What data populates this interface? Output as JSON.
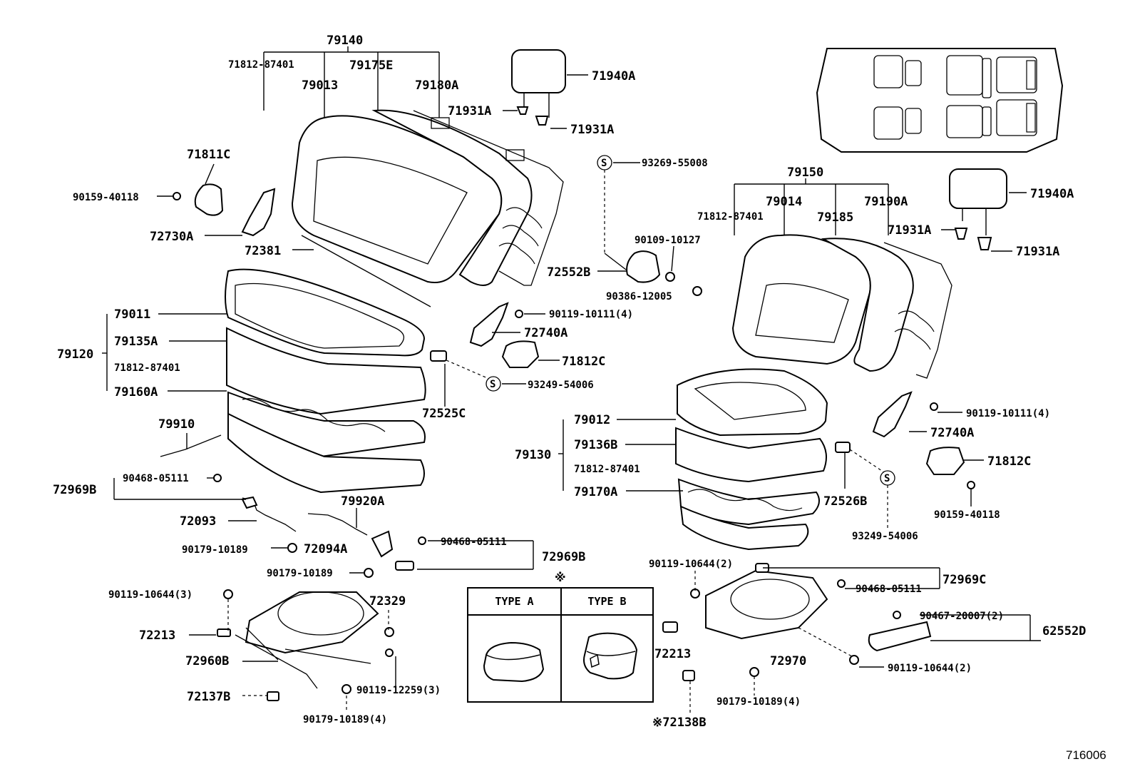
{
  "diagram_code": "716006",
  "type_table": {
    "marker": "※",
    "type_a": "TYPE A",
    "type_b": "TYPE B"
  },
  "labels": {
    "l79140": "79140",
    "l71812_87401_a": "71812-87401",
    "l79175e": "79175E",
    "l79013": "79013",
    "l79180a": "79180A",
    "l71940a_left": "71940A",
    "l71931a_1": "71931A",
    "l71931a_2": "71931A",
    "l71811c": "71811C",
    "l90159_40118_a": "90159-40118",
    "l72730a": "72730A",
    "l72381": "72381",
    "l79011": "79011",
    "l79135a": "79135A",
    "l79120": "79120",
    "l71812_87401_b": "71812-87401",
    "l79160a": "79160A",
    "l79910": "79910",
    "l90468_05111_a": "90468-05111",
    "l72969b_a": "72969B",
    "l72093": "72093",
    "l79920a": "79920A",
    "l90179_10189_a": "90179-10189",
    "l72094a": "72094A",
    "l90179_10189_b": "90179-10189",
    "l90468_05111_b": "90468-05111",
    "l72969b_b": "72969B",
    "l90119_10644_3": "90119-10644(3)",
    "l72329": "72329",
    "l72213_a": "72213",
    "l72960b": "72960B",
    "l72137b": "72137B",
    "l90119_12259_3": "90119-12259(3)",
    "l90179_10189_4a": "90179-10189(4)",
    "l93269_55008": "93269-55008",
    "l90109_10127": "90109-10127",
    "l72552b": "72552B",
    "l90386_12005": "90386-12005",
    "l90119_10111_4a": "90119-10111(4)",
    "l72740a_a": "72740A",
    "l71812c_a": "71812C",
    "l93249_54006_a": "93249-54006",
    "l72525c": "72525C",
    "l79150": "79150",
    "l71812_87401_c": "71812-87401",
    "l79014": "79014",
    "l79185": "79185",
    "l79190a": "79190A",
    "l71940a_right": "71940A",
    "l71931a_3": "71931A",
    "l71931a_4": "71931A",
    "l79012": "79012",
    "l79136b": "79136B",
    "l79130": "79130",
    "l71812_87401_d": "71812-87401",
    "l79170a": "79170A",
    "l72526b": "72526B",
    "l93249_54006_b": "93249-54006",
    "l90119_10111_4b": "90119-10111(4)",
    "l72740a_b": "72740A",
    "l71812c_b": "71812C",
    "l90159_40118_b": "90159-40118",
    "l90119_10644_2a": "90119-10644(2)",
    "l72969c": "72969C",
    "l90468_05111_c": "90468-05111",
    "l90467_20007_2": "90467-20007(2)",
    "l62552d": "62552D",
    "l72213_b": "72213",
    "l72970": "72970",
    "l90119_10644_2b": "90119-10644(2)",
    "l90179_10189_4b": "90179-10189(4)",
    "l72138b": "※72138B",
    "sym_s": "S"
  }
}
